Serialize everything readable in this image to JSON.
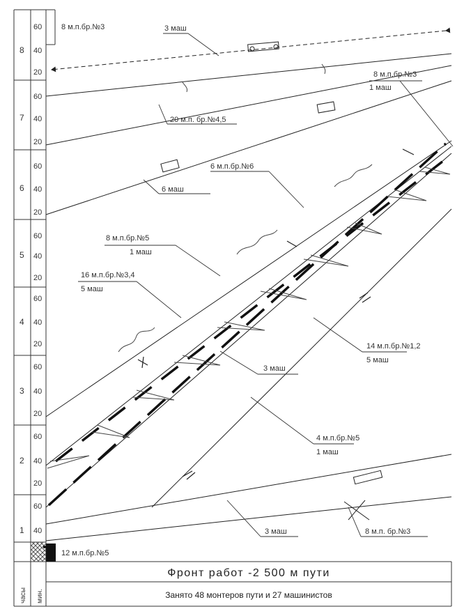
{
  "axis": {
    "hours": [
      "8",
      "7",
      "6",
      "5",
      "4",
      "3",
      "2",
      "1"
    ],
    "minutes": [
      "60",
      "40",
      "20"
    ],
    "hours_label": "часы",
    "minutes_label": "мин."
  },
  "labels": {
    "l_8mp3_top": "8 м.п.бр.№3",
    "l_3mash_top": "3 маш",
    "l_8mp3_right": "8 м.п.бр.№3",
    "l_1mash_right": "1 маш",
    "l_20mp45": "20 м.п. бр.№4,5",
    "l_6mp6": "6 м.п.бр.№6",
    "l_6mash": "6 маш",
    "l_8mp5": "8 м.п.бр.№5",
    "l_1mash_5": "1 маш",
    "l_16mp34": "16 м.п.бр.№3,4",
    "l_5mash_16": "5 маш",
    "l_14mp12": "14 м.п.бр.№1,2",
    "l_5mash_14": "5 маш",
    "l_3mash_mid": "3 маш",
    "l_4mp5": "4 м.п.бр.№5",
    "l_1mash_4": "1 маш",
    "l_3mash_low": "3 маш",
    "l_8mp3_low": "8 м.п. бр.№3",
    "l_12mp5": "12 м.п.бр.№5"
  },
  "footer": {
    "title": "Фронт работ -2 500 м пути",
    "subtitle": "Занято 48 монтеров пути и 27 машинистов"
  }
}
